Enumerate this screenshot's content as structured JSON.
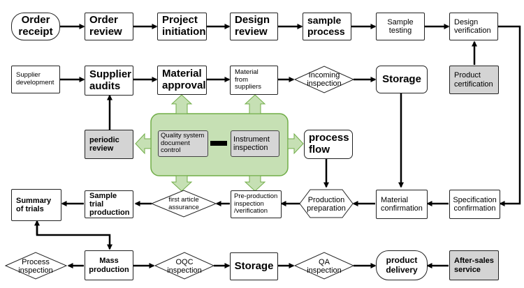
{
  "diagram": {
    "row1": {
      "order_receipt": "Order receipt",
      "order_review": "Order review",
      "project_initiation": "Project initiation",
      "design_review": "Design review",
      "sample_process": "sample process",
      "sample_testing": "Sample testing",
      "design_verification": "Design verification"
    },
    "row2": {
      "supplier_development": "Supplier development",
      "supplier_audits": "Supplier audits",
      "material_approval": "Material approval",
      "material_from_suppliers": "Material from suppliers",
      "incoming_inspection": "Incoming inspection",
      "storage": "Storage",
      "product_certification": "Product certification"
    },
    "row3": {
      "periodic_review": "periodic review",
      "quality_system_document_control": "Quality system document control",
      "instrument_inspection": "Instrument inspection",
      "process_flow": "process flow"
    },
    "row4": {
      "summary_of_trials": "Summary of trials",
      "sample_trial_production": "Sample trial production",
      "first_article_assurance": "first article assurance",
      "pre_production_inspection": "Pre-production inspection /verification",
      "production_preparation": "Production preparation",
      "material_confirmation": "Material confirmation",
      "specification_confirmation": "Specification confirmation"
    },
    "row5": {
      "process_inspection": "Process inspection",
      "mass_production": "Mass production",
      "oqc_inspection": "OQC inspection",
      "storage": "Storage",
      "qa_inspection": "QA inspection",
      "product_delivery": "product delivery",
      "after_sales_service": "After-sales service"
    }
  },
  "colors": {
    "line": "#000000",
    "center_fill": "#c6e0b4",
    "center_border": "#70ad47",
    "gray_box": "#d4d4d4",
    "light_arrow_fill": "#c6e0b4"
  }
}
